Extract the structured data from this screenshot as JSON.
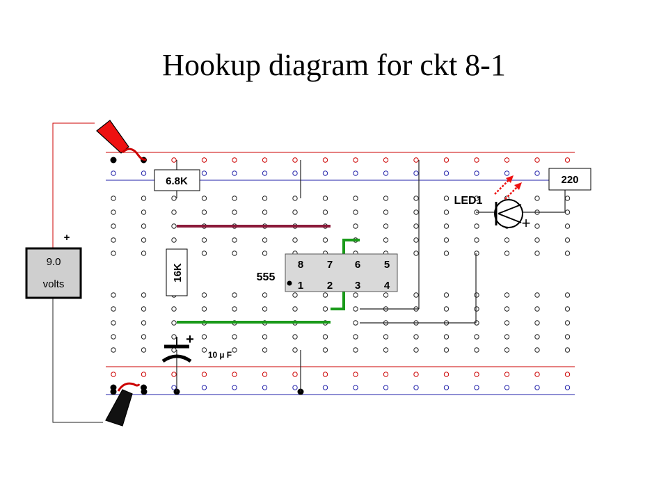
{
  "title": "Hookup diagram for ckt 8-1",
  "components": {
    "r1_label": "6.8K",
    "r2_label": "220",
    "r3_label": "16K",
    "led_label": "LED1",
    "led_plus": "+",
    "ic_label": "555",
    "ic_pins_top": [
      "8",
      "7",
      "6",
      "5"
    ],
    "ic_pins_bottom": [
      "1",
      "2",
      "3",
      "4"
    ],
    "cap_label": "10 µ F",
    "cap_plus": "+",
    "battery_value": "9.0",
    "battery_unit": "volts",
    "battery_plus": "+"
  },
  "colors": {
    "bus_red": "#cc0000",
    "bus_blue": "#2222aa",
    "jumper_maroon": "#8b1a3a",
    "jumper_green": "#1a9a1a",
    "clip_red": "#ee1111",
    "clip_black": "#111111",
    "led_arrow": "#ee1111",
    "ic_fill": "#d9d9d9",
    "battery_fill": "#cfcfcf"
  }
}
